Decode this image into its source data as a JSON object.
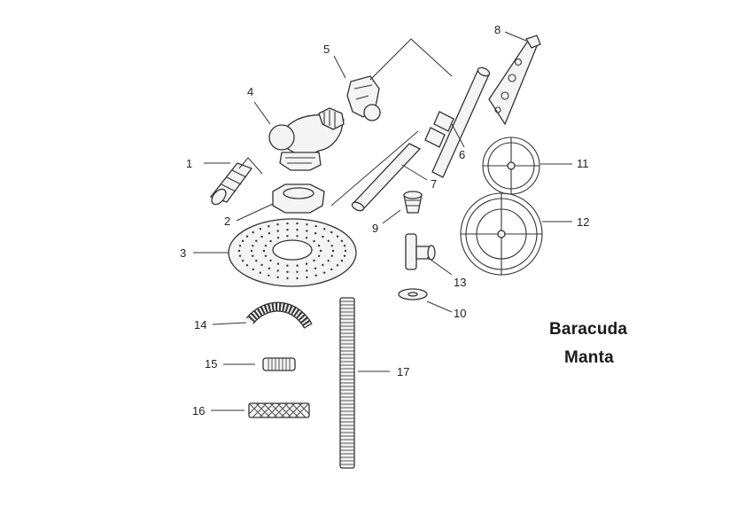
{
  "title": {
    "line1": "Baracuda",
    "line2": "Manta"
  },
  "parts": [
    {
      "number": "1"
    },
    {
      "number": "2"
    },
    {
      "number": "3"
    },
    {
      "number": "4"
    },
    {
      "number": "5"
    },
    {
      "number": "6"
    },
    {
      "number": "7"
    },
    {
      "number": "8"
    },
    {
      "number": "9"
    },
    {
      "number": "10"
    },
    {
      "number": "11"
    },
    {
      "number": "12"
    },
    {
      "number": "13"
    },
    {
      "number": "14"
    },
    {
      "number": "15"
    },
    {
      "number": "16"
    },
    {
      "number": "17"
    }
  ]
}
